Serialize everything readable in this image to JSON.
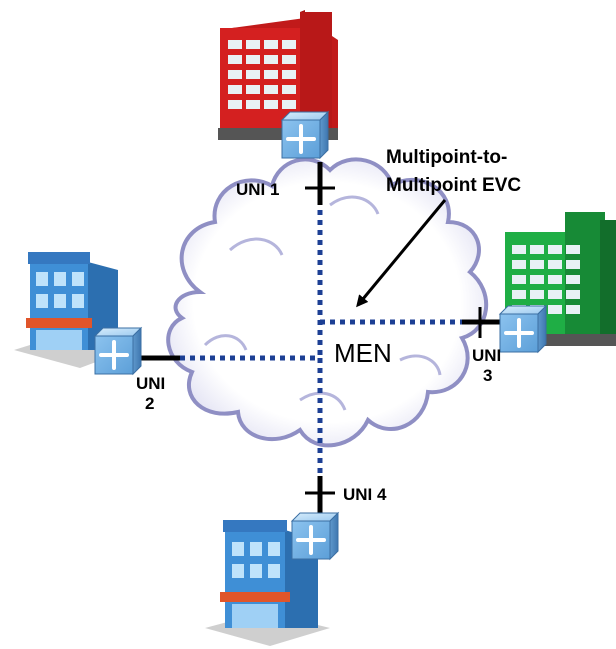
{
  "diagram": {
    "network_label": "MEN",
    "evc_label_line1": "Multipoint-to-",
    "evc_label_line2": "Multipoint EVC",
    "uni1_label": "UNI 1",
    "uni2_label_line1": "UNI",
    "uni2_label_line2": "2",
    "uni3_label_line1": "UNI",
    "uni3_label_line2": "3",
    "uni4_label": "UNI 4"
  },
  "colors": {
    "cloud_fill": "#ffffff",
    "cloud_outline": "#8f8fc4",
    "evc_dotted": "#1c3f94",
    "uni_line": "#000000",
    "building_red": "#d42020",
    "building_green": "#1fae45",
    "building_blue": "#3f8fd6",
    "switch_cube": "#7fb6e6"
  },
  "icons": [
    "red-office-building-icon",
    "green-office-building-icon",
    "blue-shop-building-icon",
    "network-switch-cube-icon",
    "cloud-icon",
    "arrow-icon"
  ]
}
